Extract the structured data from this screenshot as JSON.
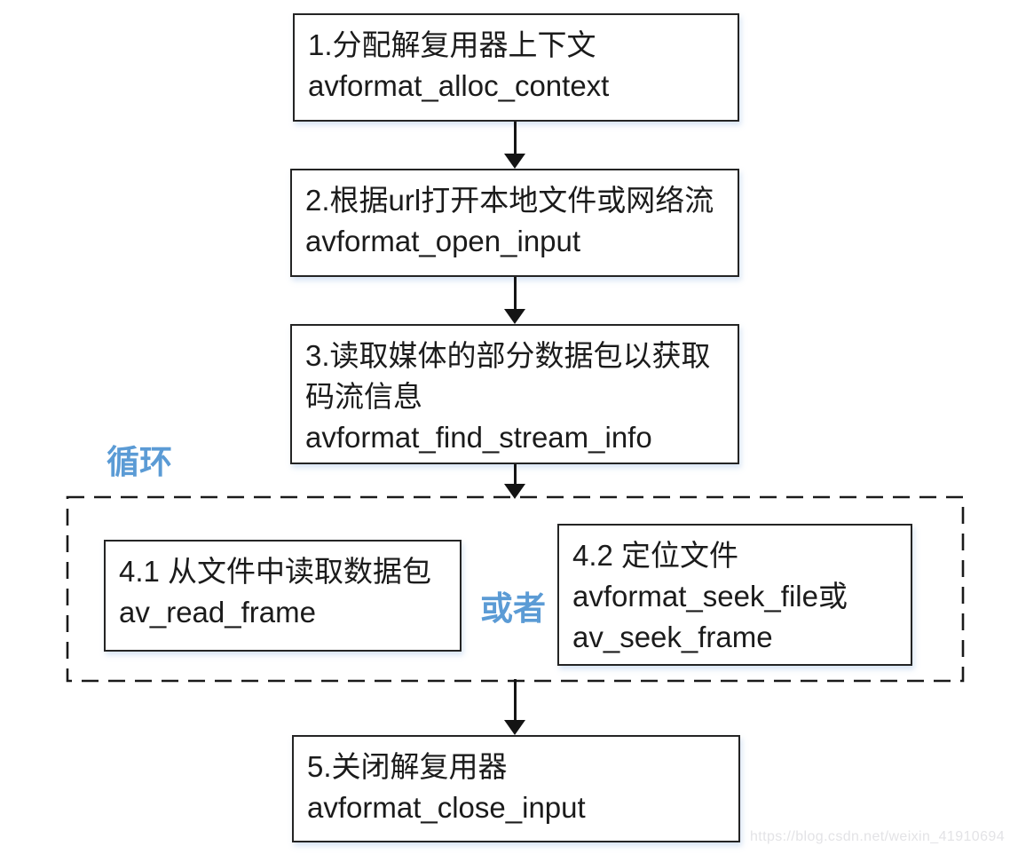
{
  "diagram": {
    "steps": [
      {
        "lines": [
          "1.分配解复用器上下文",
          "avformat_alloc_context"
        ]
      },
      {
        "lines": [
          "2.根据url打开本地文件或网络流",
          "avformat_open_input"
        ]
      },
      {
        "lines": [
          "3.读取媒体的部分数据包以获取",
          "码流信息",
          "avformat_find_stream_info"
        ]
      },
      {
        "lines": [
          "4.1 从文件中读取数据包",
          "av_read_frame"
        ]
      },
      {
        "lines": [
          "4.2 定位文件",
          "avformat_seek_file或",
          "av_seek_frame"
        ]
      },
      {
        "lines": [
          "5.关闭解复用器",
          "avformat_close_input"
        ]
      }
    ],
    "loop_label": "循环",
    "or_label": "或者",
    "watermark": "https://blog.csdn.net/weixin_41910694",
    "colors": {
      "accent_blue": "#5b9bd5",
      "box_border": "#242424",
      "text": "#1b1b1b",
      "watermark_gray": "#e3e3e6"
    }
  }
}
